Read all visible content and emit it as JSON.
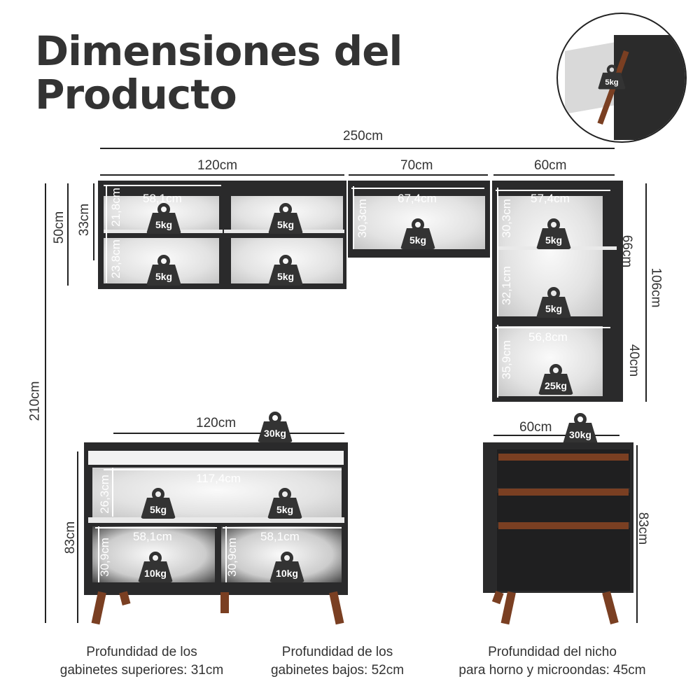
{
  "title": {
    "line1": "Dimensiones del",
    "line2": "Producto"
  },
  "inset": {
    "weight": "5kg"
  },
  "dims": {
    "total_width": "250cm",
    "upper_left_width": "120cm",
    "upper_mid_width": "70cm",
    "upper_right_width": "60cm",
    "upper_height": "50cm",
    "upper_inner_height": "33cm",
    "total_height": "210cm",
    "tower_upper_height": "66cm",
    "tower_height": "106cm",
    "tower_lower_height": "40cm",
    "base_width": "120cm",
    "base_height": "83cm",
    "drawer_width": "60cm",
    "drawer_height": "83cm"
  },
  "upper_left": {
    "inner_width": "58,1cm",
    "top_height": "21,8cm",
    "bottom_height": "23,8cm",
    "weights": [
      "5kg",
      "5kg",
      "5kg",
      "5kg"
    ]
  },
  "upper_mid": {
    "inner_width": "67,4cm",
    "inner_height": "30,3cm",
    "weight": "5kg"
  },
  "tower": {
    "top_width": "57,4cm",
    "top_height": "30,3cm",
    "mid_height": "32,1cm",
    "bottom_width": "56,8cm",
    "bottom_height": "35,9cm",
    "weights": [
      "5kg",
      "5kg",
      "25kg"
    ]
  },
  "base": {
    "top_weight": "30kg",
    "inner_width": "117,4cm",
    "upper_height": "26,3cm",
    "left_width": "58,1cm",
    "right_width": "58,1cm",
    "left_height": "30,9cm",
    "right_height": "30,9cm",
    "weights": [
      "5kg",
      "5kg",
      "10kg",
      "10kg"
    ]
  },
  "drawer_unit": {
    "top_weight": "30kg"
  },
  "captions": [
    {
      "line1": "Profundidad de los",
      "line2": "gabinetes superiores: 31cm"
    },
    {
      "line1": "Profundidad de los",
      "line2": "gabinetes bajos: 52cm"
    },
    {
      "line1": "Profundidad del nicho",
      "line2": "para horno y microondas: 45cm"
    }
  ]
}
